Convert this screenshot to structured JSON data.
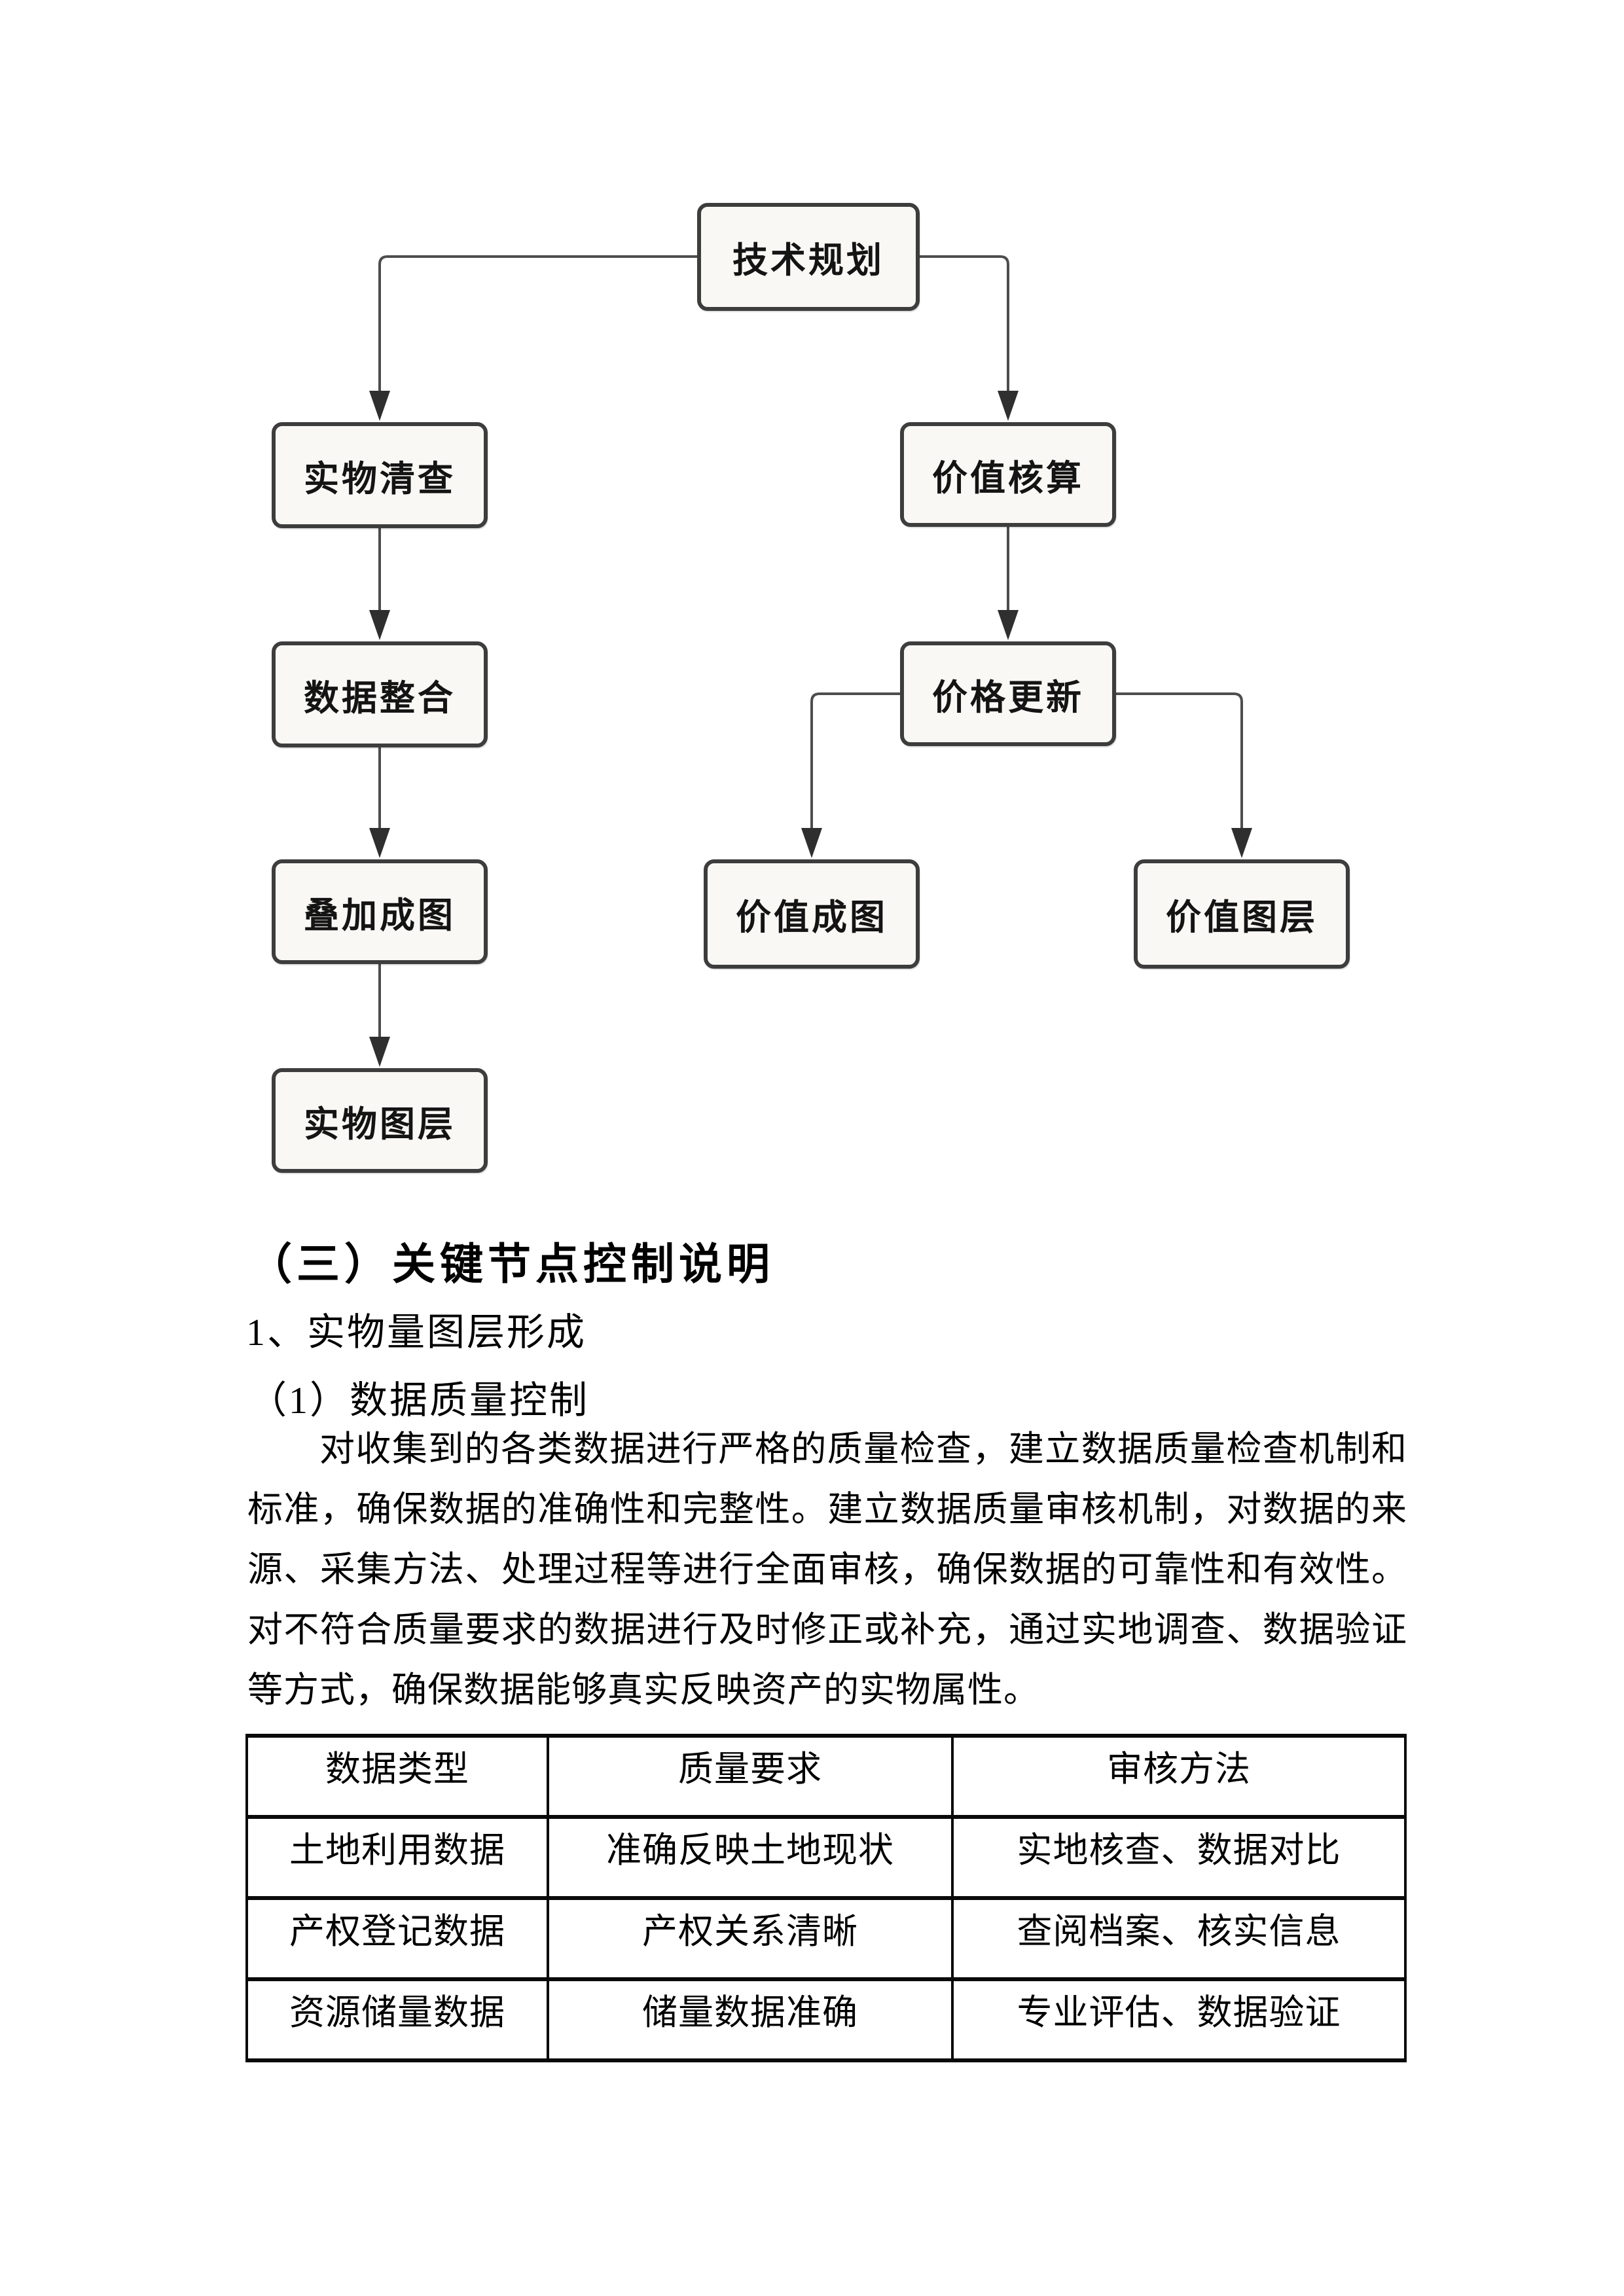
{
  "colors": {
    "page-bg": "#ffffff",
    "ink": "#000000",
    "box-border": "#3d3d3d",
    "box-fill": "#f9f8f5",
    "connector": "#4d4d4d",
    "arrowhead": "#2f2f2f",
    "table-border": "#0a0a0a"
  },
  "flowchart": {
    "nodes": [
      {
        "id": "tech-planning",
        "label": "技术规划"
      },
      {
        "id": "physical-inventory",
        "label": "实物清查"
      },
      {
        "id": "data-integration",
        "label": "数据整合"
      },
      {
        "id": "overlay-mapping",
        "label": "叠加成图"
      },
      {
        "id": "physical-layer",
        "label": "实物图层"
      },
      {
        "id": "value-accounting",
        "label": "价值核算"
      },
      {
        "id": "price-update",
        "label": "价格更新"
      },
      {
        "id": "value-mapping",
        "label": "价值成图"
      },
      {
        "id": "value-layer",
        "label": "价值图层"
      }
    ]
  },
  "sections": {
    "heading1": "（三）关键节点控制说明",
    "heading2": "1、实物量图层形成",
    "heading3": "（1）数据质量控制",
    "paragraph": "对收集到的各类数据进行严格的质量检查，建立数据质量检查机制和标准，确保数据的准确性和完整性。建立数据质量审核机制，对数据的来源、采集方法、处理过程等进行全面审核，确保数据的可靠性和有效性。对不符合质量要求的数据进行及时修正或补充，通过实地调查、数据验证等方式，确保数据能够真实反映资产的实物属性。"
  },
  "table": {
    "headers": [
      "数据类型",
      "质量要求",
      "审核方法"
    ],
    "rows": [
      [
        "土地利用数据",
        "准确反映土地现状",
        "实地核查、数据对比"
      ],
      [
        "产权登记数据",
        "产权关系清晰",
        "查阅档案、核实信息"
      ],
      [
        "资源储量数据",
        "储量数据准确",
        "专业评估、数据验证"
      ]
    ]
  }
}
